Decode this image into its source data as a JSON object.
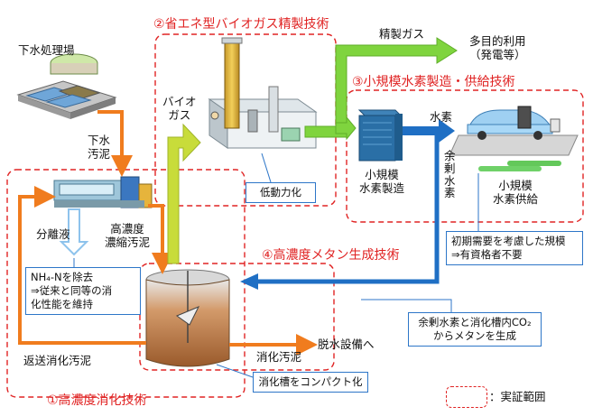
{
  "colors": {
    "dashed_border": "#e02424",
    "title_red": "#e02424",
    "sludge_arrow": "#f07c1e",
    "biogas_arrow": "#b8d636",
    "refined_gas_arrow": "#77d43a",
    "hydrogen_arrow": "#1f6fc4",
    "separated_liquid_arrow": "#8ec3ec",
    "note_border": "#2d76c8"
  },
  "titles": {
    "t1": "①高濃度消化技術",
    "t2": "②省エネ型バイオガス精製技術",
    "t3": "③小規模水素製造・供給技術",
    "t4": "④高濃度メタン生成技術"
  },
  "labels": {
    "sewage_plant": "下水処理場",
    "sewage_sludge": [
      "下水",
      "汚泥"
    ],
    "separated_liquid": "分離液",
    "high_conc_sludge": [
      "高濃度",
      "濃縮汚泥"
    ],
    "biogas": [
      "バイオ",
      "ガス"
    ],
    "refined_gas": "精製ガス",
    "multi_use": [
      "多目的利用",
      "（発電等）"
    ],
    "hydrogen": "水素",
    "surplus_hydrogen": [
      "余",
      "剰",
      "水",
      "素"
    ],
    "h2_production": [
      "小規模",
      "水素製造"
    ],
    "h2_supply": [
      "小規模",
      "水素供給"
    ],
    "return_sludge": "返送消化汚泥",
    "digested_sludge": "消化汚泥",
    "dewatering": "脱水設備へ"
  },
  "notes": {
    "nh4": [
      "NH₄-Nを除去",
      "⇒従来と同等の消",
      "化性能を維持"
    ],
    "low_power": "低動力化",
    "initial_demand": [
      "初期需要を考慮した規模",
      "⇒有資格者不要"
    ],
    "surplus_co2": [
      "余剰水素と消化槽内CO₂",
      "からメタンを生成"
    ],
    "compact": "消化槽をコンパクト化"
  },
  "legend": {
    "label": "：実証範囲"
  }
}
